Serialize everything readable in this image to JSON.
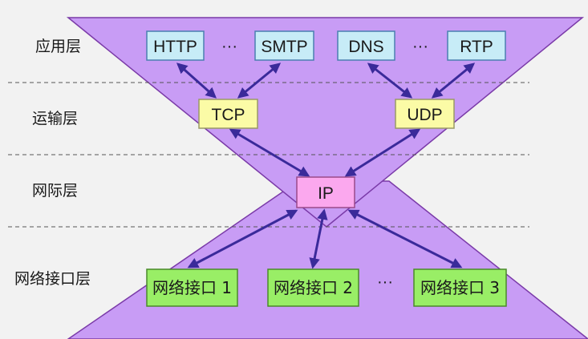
{
  "layers": {
    "application": "应用层",
    "transport": "运输层",
    "internet": "网际层",
    "network_interface": "网络接口层"
  },
  "protocols": {
    "http": "HTTP",
    "smtp": "SMTP",
    "dns": "DNS",
    "rtp": "RTP",
    "tcp": "TCP",
    "udp": "UDP",
    "ip": "IP",
    "ni1": "网络接口 1",
    "ni2": "网络接口 2",
    "ni3": "网络接口 3"
  },
  "ellipsis": "···",
  "colors": {
    "background": "#f2f2f2",
    "hourglass_fill": "#c89cf5",
    "hourglass_stroke": "#7a3aa8",
    "app_box": "#c7ecf7",
    "app_box_border": "#4a7fb0",
    "transport_box": "#fbfba6",
    "ip_box": "#fba8ee",
    "interface_box": "#99ee66",
    "arrow": "#3a2a9a"
  }
}
